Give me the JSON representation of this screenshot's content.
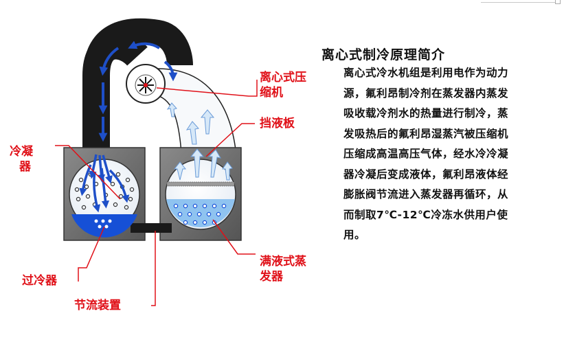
{
  "title": "离心式制冷原理简介",
  "description_lines": [
    "离心式冷水机组是利用电作为动力",
    "源，氟利昂制冷剂在蒸发器内蒸发",
    "吸收载冷剂水的热量进行制冷，蒸",
    "发吸热后的氟利昂湿蒸汽被压缩机",
    "压缩成高温高压气体，经水冷冷凝",
    "器冷凝后变成液体，氟利昂液体经",
    "膨胀阀节流进入蒸发器再循环，从",
    "而制取7℃-12℃冷冻水供用户使",
    "用。"
  ],
  "labels": {
    "compressor_line1": "离心式压",
    "compressor_line2": "缩机",
    "baffle": "挡液板",
    "condenser_line1": "冷凝",
    "condenser_line2": "器",
    "subcooler": "过冷器",
    "evaporator_line1": "满液式蒸",
    "evaporator_line2": "发器",
    "throttle": "节流装置"
  },
  "colors": {
    "label_red": "#e01018",
    "pipe_dark": "#1a1a1a",
    "arrow_blue": "#1e4fc8",
    "liquid_blue": "#1650d6",
    "light_blue": "#8fc3f0",
    "shell_gray": "#6b6b6b"
  }
}
